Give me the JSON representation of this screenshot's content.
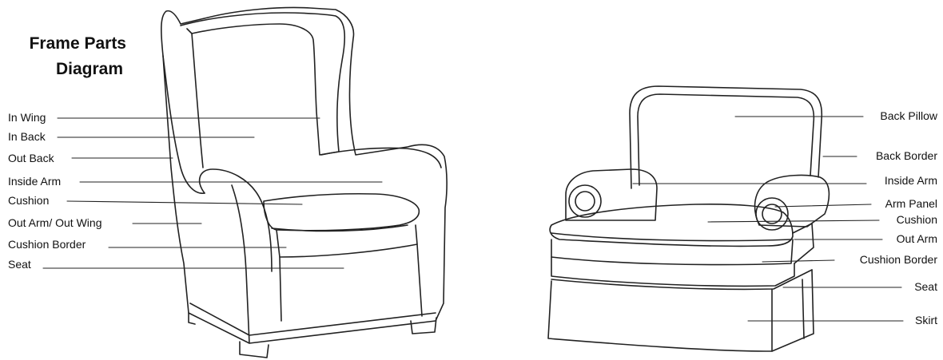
{
  "title": {
    "line1": "Frame Parts",
    "line2": "Diagram"
  },
  "wingback_labels": [
    "In Wing",
    "In Back",
    "Out Back",
    "Inside Arm",
    "Cushion",
    "Out Arm/ Out Wing",
    "Cushion Border",
    "Seat"
  ],
  "club_chair_labels": [
    "Back Pillow",
    "Back Border",
    "Inside Arm",
    "Arm Panel",
    "Cushion",
    "Out Arm",
    "Cushion Border",
    "Seat",
    "Skirt"
  ]
}
